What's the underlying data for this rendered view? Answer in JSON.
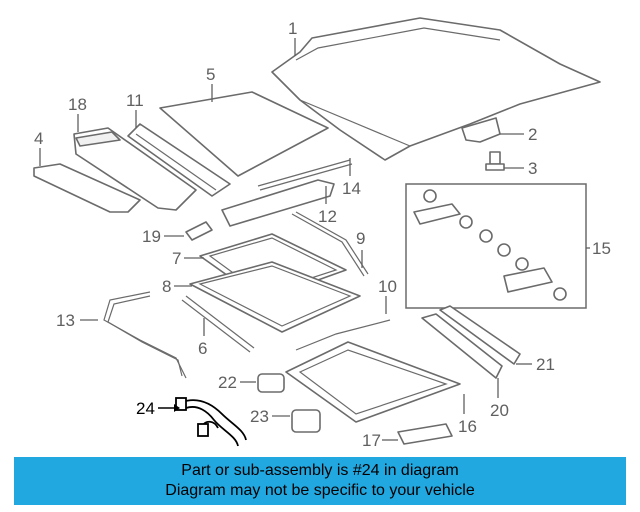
{
  "callouts": {
    "c1": "1",
    "c2": "2",
    "c3": "3",
    "c4": "4",
    "c5": "5",
    "c6": "6",
    "c7": "7",
    "c8": "8",
    "c9": "9",
    "c10": "10",
    "c11": "11",
    "c12": "12",
    "c13": "13",
    "c14": "14",
    "c15": "15",
    "c16": "16",
    "c17": "17",
    "c18": "18",
    "c19": "19",
    "c20": "20",
    "c21": "21",
    "c22": "22",
    "c23": "23",
    "c24": "24"
  },
  "highlighted_part": "24",
  "colors": {
    "banner": "#22a8e1",
    "line": "#6b6b6b",
    "highlight": "#000000"
  },
  "banner": {
    "line1": "Part or sub-assembly is #24 in diagram",
    "line2": "Diagram may not be specific to your vehicle"
  }
}
